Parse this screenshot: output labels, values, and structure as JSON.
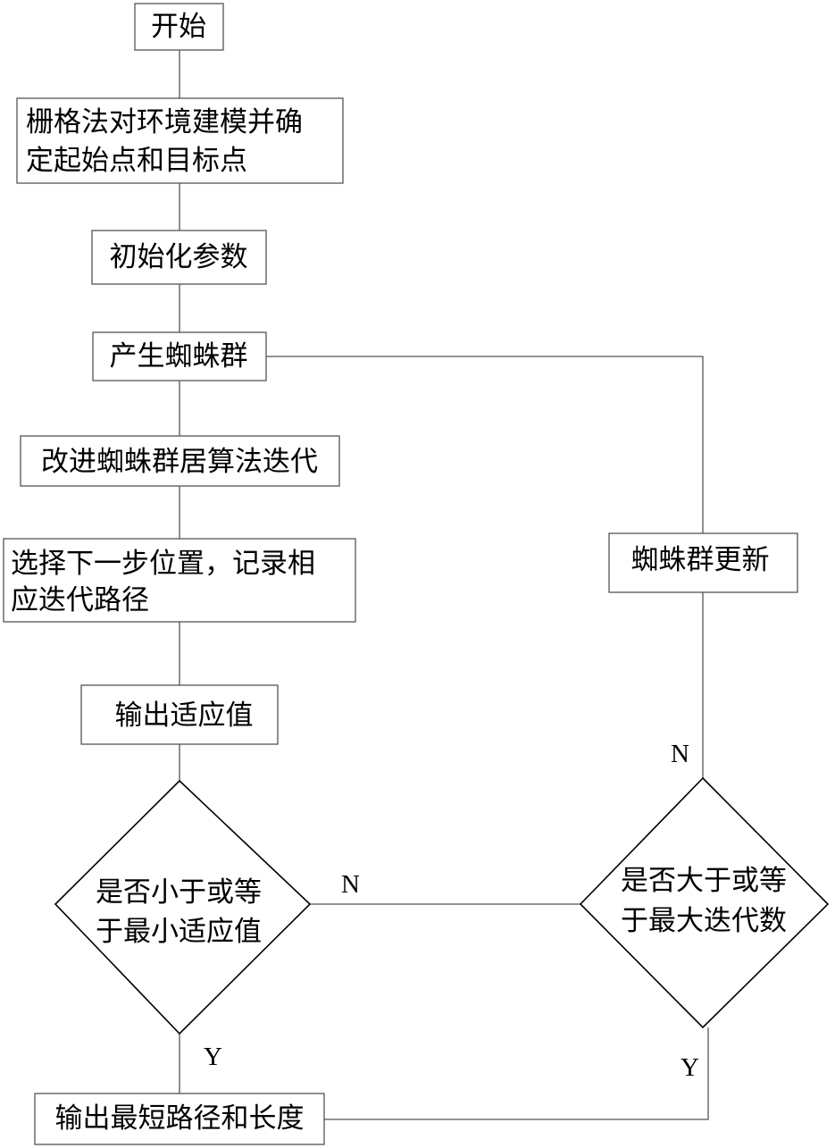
{
  "nodes": {
    "start": "开始",
    "grid_model_line1": "栅格法对环境建模并确",
    "grid_model_line2": "定起始点和目标点",
    "init_params": "初始化参数",
    "gen_swarm": "产生蜘蛛群",
    "improved_iter": "改进蜘蛛群居算法迭代",
    "select_next_line1": "选择下一步位置，记录相",
    "select_next_line2": "应迭代路径",
    "output_fitness": "输出适应值",
    "decision_min_line1": "是否小于或等",
    "decision_min_line2": "于最小适应值",
    "decision_max_line1": "是否大于或等",
    "decision_max_line2": "于最大迭代数",
    "swarm_update": "蜘蛛群更新",
    "output_result": "输出最短路径和长度"
  },
  "edges": {
    "min_no_label": "N",
    "min_yes_label": "Y",
    "max_no_label": "N",
    "max_yes_label": "Y"
  }
}
